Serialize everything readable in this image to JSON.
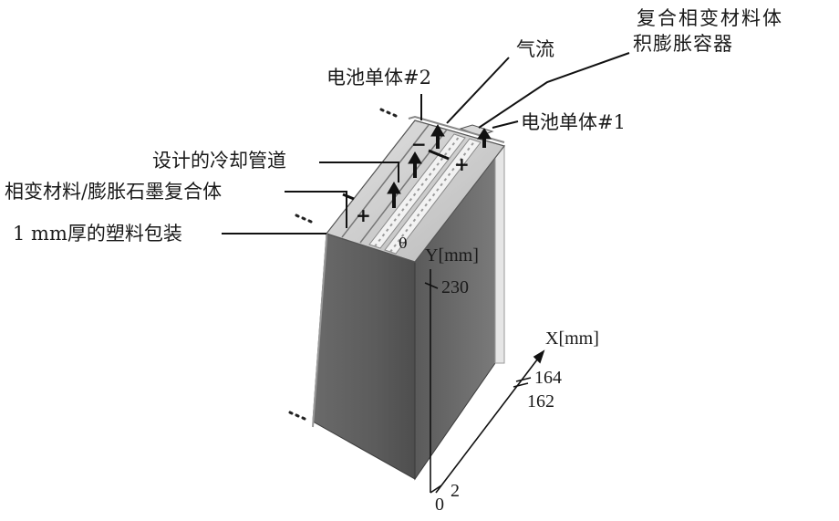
{
  "labels": {
    "expansion_container_line1": "复合相变材料体",
    "expansion_container_line2": "积膨胀容器",
    "airflow": "气流",
    "cell2": "电池单体#2",
    "cell1": "电池单体#1",
    "cooling_channel": "设计的冷却管道",
    "pcm_composite": "相变材料/膨胀石墨复合体",
    "plastic_package": "1 mm厚的塑料包装"
  },
  "axes": {
    "y_label": "Y[mm]",
    "y_tick": "230",
    "x_label": "X[mm]",
    "x_tick_a": "164",
    "x_tick_b": "162",
    "z_tick": "2",
    "origin": "0"
  },
  "symbols": {
    "theta": "θ",
    "plus": "+",
    "minus": "−"
  },
  "colors": {
    "front_face": "#5f5f5f",
    "front_face_dark": "#4b4b4b",
    "side_face": "#6b6b6b",
    "top_face": "#cfcfcf",
    "strip": "#e9e9e9"
  }
}
